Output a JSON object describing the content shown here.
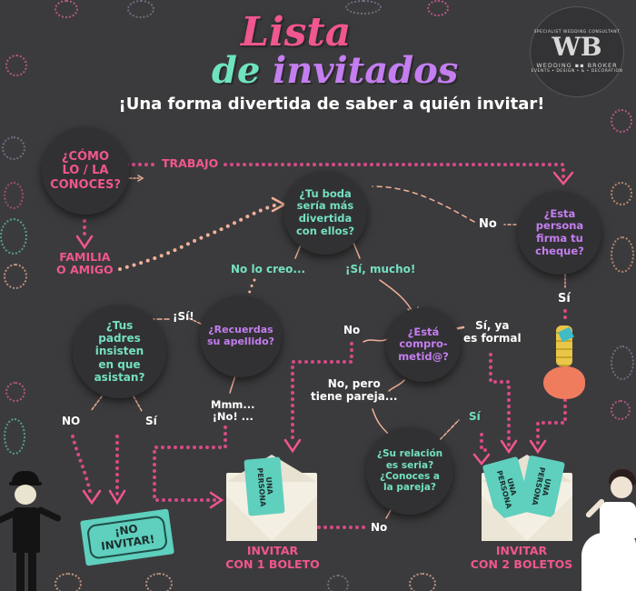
{
  "header": {
    "title_line1": "Lista",
    "title_line2a": "de",
    "title_line2b": "invitados",
    "subtitle": "¡Una forma divertida de saber a quién invitar!"
  },
  "logo": {
    "monogram": "WB",
    "name": "WEDDING ▪▪ BROKER",
    "ring_top": "SPECIALIST WEDDING CONSULTANT",
    "ring_bottom": "EVENTS • DESIGN • & • DECORATION"
  },
  "colors": {
    "background": "#3b3b3d",
    "node": "#313133",
    "pink": "#f0568f",
    "teal": "#74e0c2",
    "purple": "#c47ef0",
    "peach_arrow": "#f2b199",
    "dotted_line": "#d94a86",
    "ticket": "#5fcfbe"
  },
  "nodes": {
    "como": "¿CÓMO\nLO / LA\nCONOCES?",
    "boda": "¿Tu boda\nsería más\ndivertida\ncon ellos?",
    "cheque": "¿Esta\npersona\nfirma tu\ncheque?",
    "padres": "¿Tus\npadres\ninsisten\nen que\nasistan?",
    "apellido": "¿Recuerdas\nsu apellido?",
    "comprometido": "¿Está\ncompro-\nmetid@?",
    "relacion": "¿Su relación\nes seria?\n¿Conoces a\nla pareja?"
  },
  "labels": {
    "trabajo": "TRABAJO",
    "familia": "FAMILIA\nO AMIGO",
    "no_cheque": "No",
    "si_cheque": "Sí",
    "no_lo_creo": "No lo creo...",
    "si_mucho": "¡Sí, mucho!",
    "si_apellido": "¡Sí!",
    "mmm_no": "Mmm...\n¡No! ...",
    "no_padres": "NO",
    "si_padres": "Sí",
    "no_comprometido": "No",
    "si_formal": "Sí, ya\nes formal",
    "no_pero_pareja": "No, pero\ntiene pareja...",
    "si_relacion": "Sí",
    "no_relacion": "No"
  },
  "outcomes": {
    "no_invitar": "¡NO\nINVITAR!",
    "one_ticket_label": "INVITAR\nCON 1 BOLETO",
    "two_tickets_label": "INVITAR\nCON 2 BOLETOS",
    "ticket_text": "UNA\nPERSONA"
  }
}
